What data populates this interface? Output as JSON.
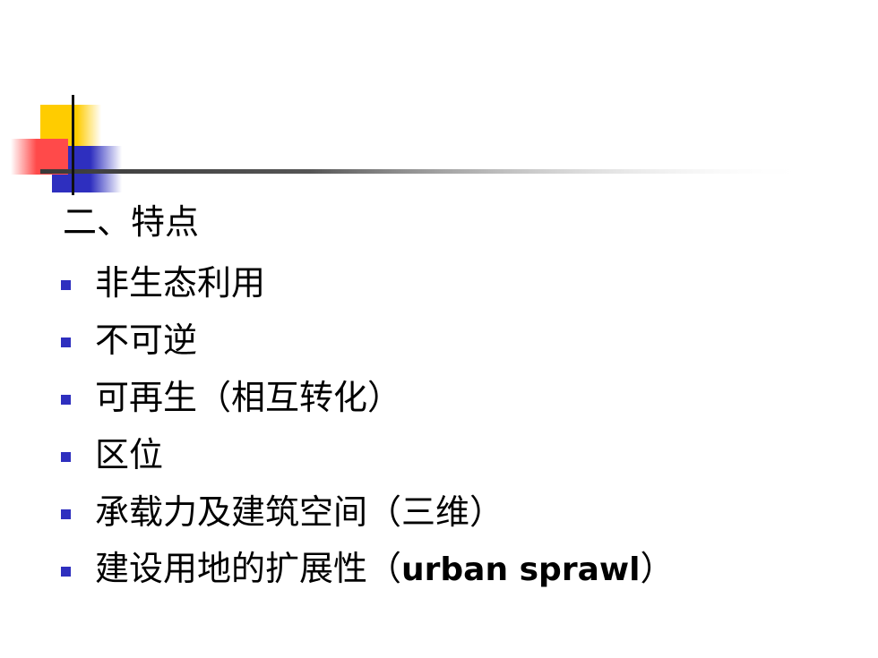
{
  "slide": {
    "heading": "二、特点",
    "bullets": [
      {
        "text": "非生态利用"
      },
      {
        "text": "不可逆"
      },
      {
        "text": "可再生（相互转化）"
      },
      {
        "text": "区位"
      },
      {
        "text": "承载力及建筑空间（三维）"
      },
      {
        "text_before": "建设用地的扩展性（",
        "latin": "urban sprawl",
        "text_after": "）"
      }
    ]
  },
  "colors": {
    "bullet": "#2e2fbf",
    "yellow_square": "#ffcc00",
    "red_square": "#ff4a4a",
    "blue_square": "#2e2fbf",
    "rule_line": "#3a3a3a"
  }
}
